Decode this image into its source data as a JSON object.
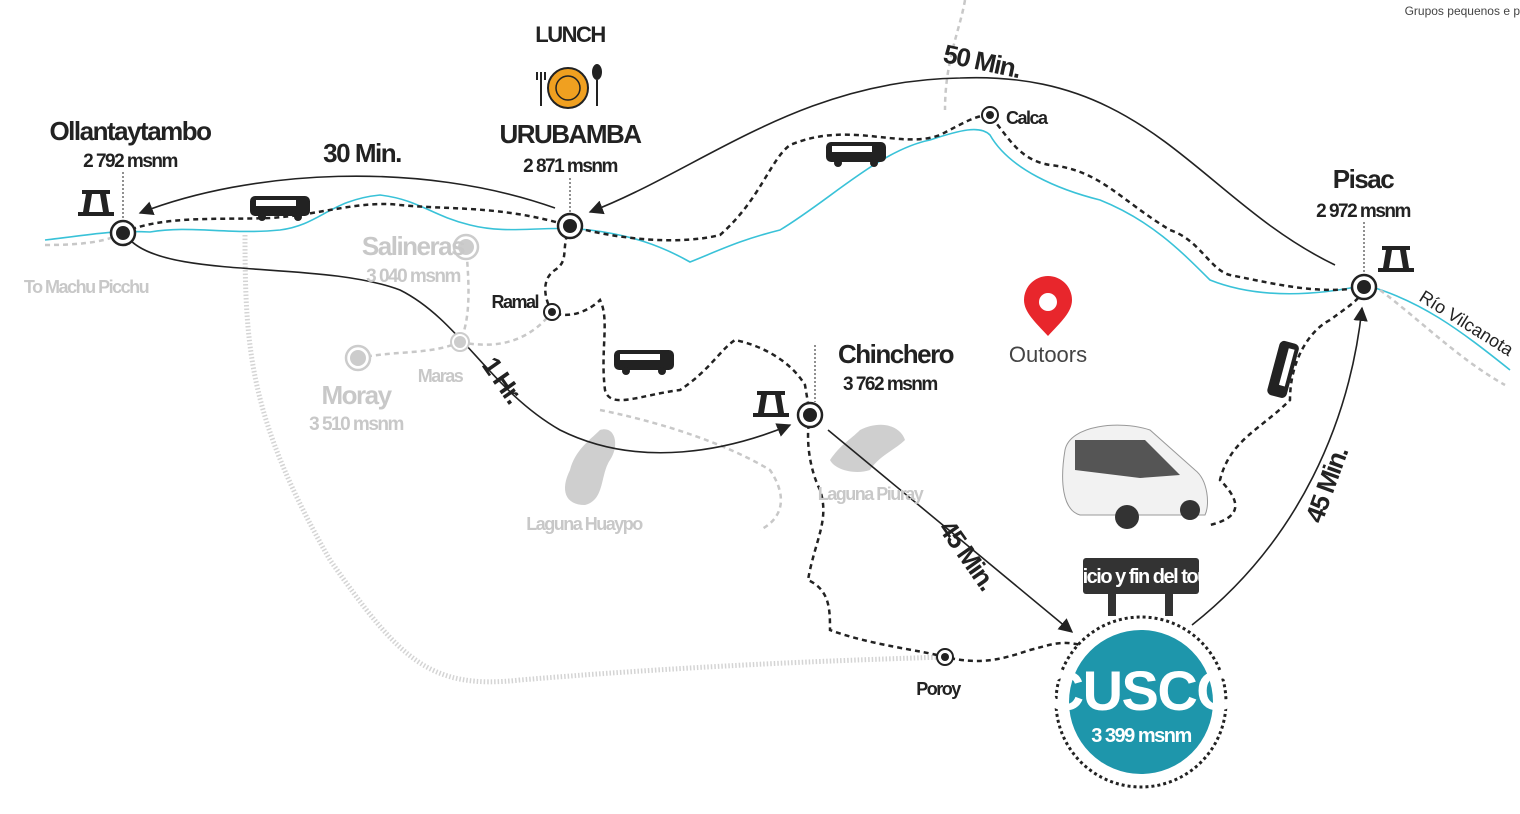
{
  "top_note": "Grupos pequenos e p",
  "brand": {
    "name": "Outoors",
    "color": "#e8262c"
  },
  "colors": {
    "river": "#39c2d8",
    "cusco": "#1e96ab",
    "route": "#222222",
    "faded": "#c8c8c8"
  },
  "places": {
    "ollantaytambo": {
      "name": "Ollantaytambo",
      "alt": "2 792 msnm"
    },
    "urubamba": {
      "name": "URUBAMBA",
      "alt": "2 871 msnm",
      "badge": "LUNCH"
    },
    "calca": {
      "name": "Calca"
    },
    "pisac": {
      "name": "Pisac",
      "alt": "2 972 msnm"
    },
    "chinchero": {
      "name": "Chinchero",
      "alt": "3 762 msnm"
    },
    "ramal": {
      "name": "Ramal"
    },
    "salineras": {
      "name": "Salineras",
      "alt": "3 040 msnm"
    },
    "moray": {
      "name": "Moray",
      "alt": "3 510 msnm"
    },
    "maras": {
      "name": "Maras"
    },
    "poroy": {
      "name": "Poroy"
    },
    "cusco": {
      "name": "CUSCO",
      "alt": "3 399 msnm"
    },
    "machu_picchu": {
      "name": "To Machu Picchu"
    },
    "laguna_huaypo": {
      "name": "Laguna Huaypo"
    },
    "laguna_piuray": {
      "name": "Laguna Piuray"
    },
    "rio": {
      "name": "Río Vilcanota"
    }
  },
  "durations": {
    "oll_uru": "30 Min.",
    "uru_pisac": "50 Min.",
    "oll_chin": "1 Hr.",
    "chin_cusco": "45 Min.",
    "cusco_pisac": "45 Min."
  },
  "sign": "Inicio y fin del tour"
}
